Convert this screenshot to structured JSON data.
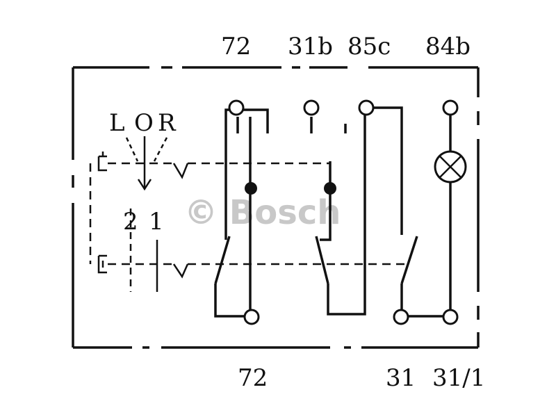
{
  "terminals_top": {
    "t72": "72",
    "t31b": "31b",
    "t85c": "85c",
    "t84b": "84b"
  },
  "terminals_bottom": {
    "t72": "72",
    "t31": "31",
    "t31_1": "31/1"
  },
  "switch_positions": {
    "left": "L",
    "off": "O",
    "right": "R"
  },
  "stage_labels": {
    "two": "2",
    "one": "1"
  },
  "watermark": "© Bosch"
}
